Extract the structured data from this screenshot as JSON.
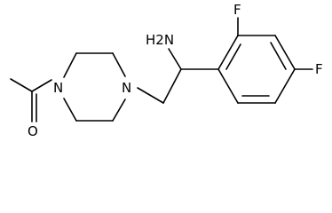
{
  "molecule": {
    "atoms": [
      {
        "id": "O",
        "label": "O"
      },
      {
        "id": "N1",
        "label": "N"
      },
      {
        "id": "N2",
        "label": "N"
      },
      {
        "id": "NH2",
        "label": "H2N"
      },
      {
        "id": "F1",
        "label": "F"
      },
      {
        "id": "F2",
        "label": "F"
      }
    ]
  },
  "colors": {
    "bond": "#000000",
    "label": "#000000",
    "background": "#ffffff"
  }
}
